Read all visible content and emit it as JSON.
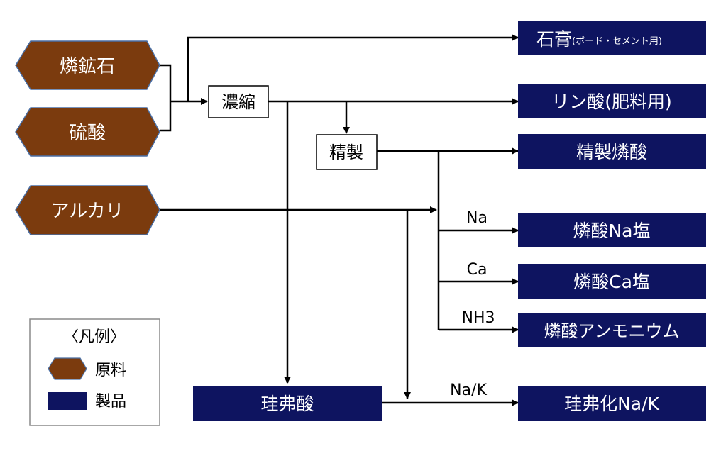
{
  "colors": {
    "raw_fill": "#7b3b0e",
    "raw_stroke": "#4a6fa5",
    "product_fill": "#0e1460",
    "line": "#000000"
  },
  "raw_materials": {
    "phosphate_rock": "燐鉱石",
    "sulfuric_acid": "硫酸",
    "alkali": "アルカリ"
  },
  "processes": {
    "concentration": "濃縮",
    "refining": "精製"
  },
  "products": {
    "gypsum": "石膏",
    "gypsum_note": "(ボード・セメント用)",
    "phosphoric_acid_fertilizer": "リン酸(肥料用)",
    "refined_phosphoric_acid": "精製燐酸",
    "sodium_phosphate": "燐酸Na塩",
    "calcium_phosphate": "燐酸Ca塩",
    "ammonium_phosphate": "燐酸アンモニウム",
    "fluorosilicic_acid": "珪弗酸",
    "fluorosilicate": "珪弗化Na/K"
  },
  "edge_labels": {
    "na": "Na",
    "ca": "Ca",
    "nh3": "NH3",
    "na_k": "Na/K"
  },
  "legend": {
    "title": "〈凡例〉",
    "raw_label": "原料",
    "product_label": "製品"
  }
}
